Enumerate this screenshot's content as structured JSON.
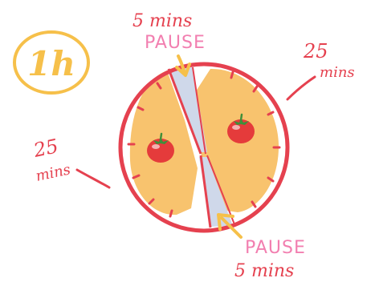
{
  "hour_badge": {
    "text": "1h"
  },
  "top_break": {
    "duration": "5 mins",
    "label": "PAUSE"
  },
  "bottom_break": {
    "duration": "5 mins",
    "label": "PAUSE"
  },
  "right_focus": {
    "number": "25",
    "unit": "mins"
  },
  "left_focus": {
    "number": "25",
    "unit": "mins"
  },
  "colors": {
    "clock_rim": "#e5414f",
    "focus_fill": "#f8c36e",
    "pause_fill": "#cfd8ea",
    "badge_ring": "#f6c04a",
    "pause_text": "#f27fb0",
    "annotation": "#e5414f",
    "tomato": "#e53b3b",
    "tomato_leaf": "#3f8f3a"
  },
  "icons": [
    "tomato-icon",
    "tomato-icon"
  ]
}
